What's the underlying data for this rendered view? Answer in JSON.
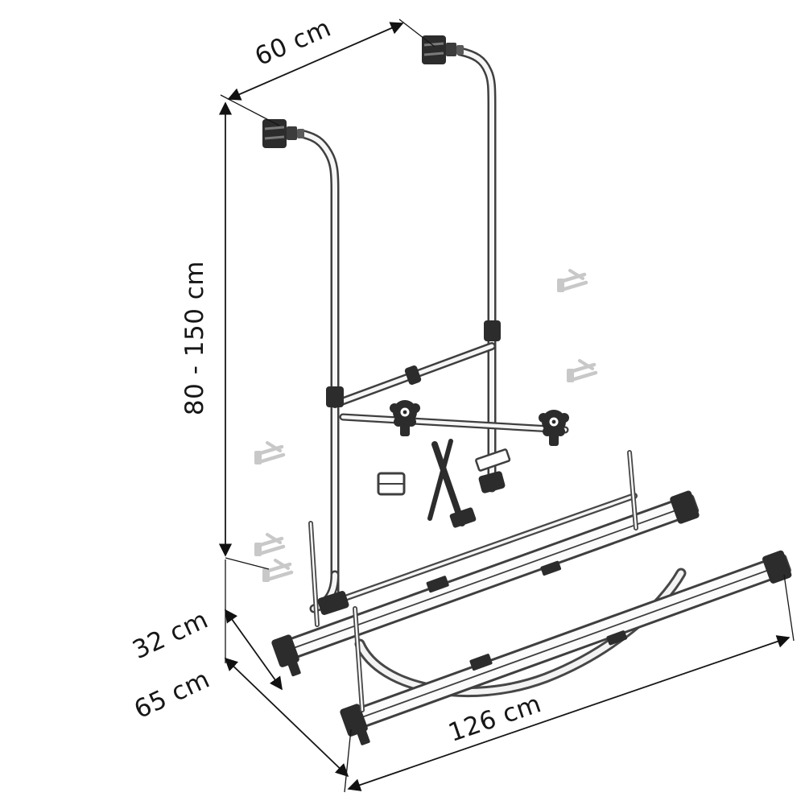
{
  "diagram": {
    "type": "technical-dimension-drawing",
    "subject": "rear-mounted bike carrier rack",
    "colors": {
      "background": "#ffffff",
      "outline": "#3f3f3f",
      "dark_parts": "#2c2c2c",
      "ghost_parts": "#c8c8c8",
      "dimension_lines": "#161616"
    },
    "dimensions": {
      "top_width": "60 cm",
      "height_range": "80 - 150 cm",
      "upper_depth": "32 cm",
      "lower_depth": "65 cm",
      "rail_length": "126 cm"
    }
  }
}
